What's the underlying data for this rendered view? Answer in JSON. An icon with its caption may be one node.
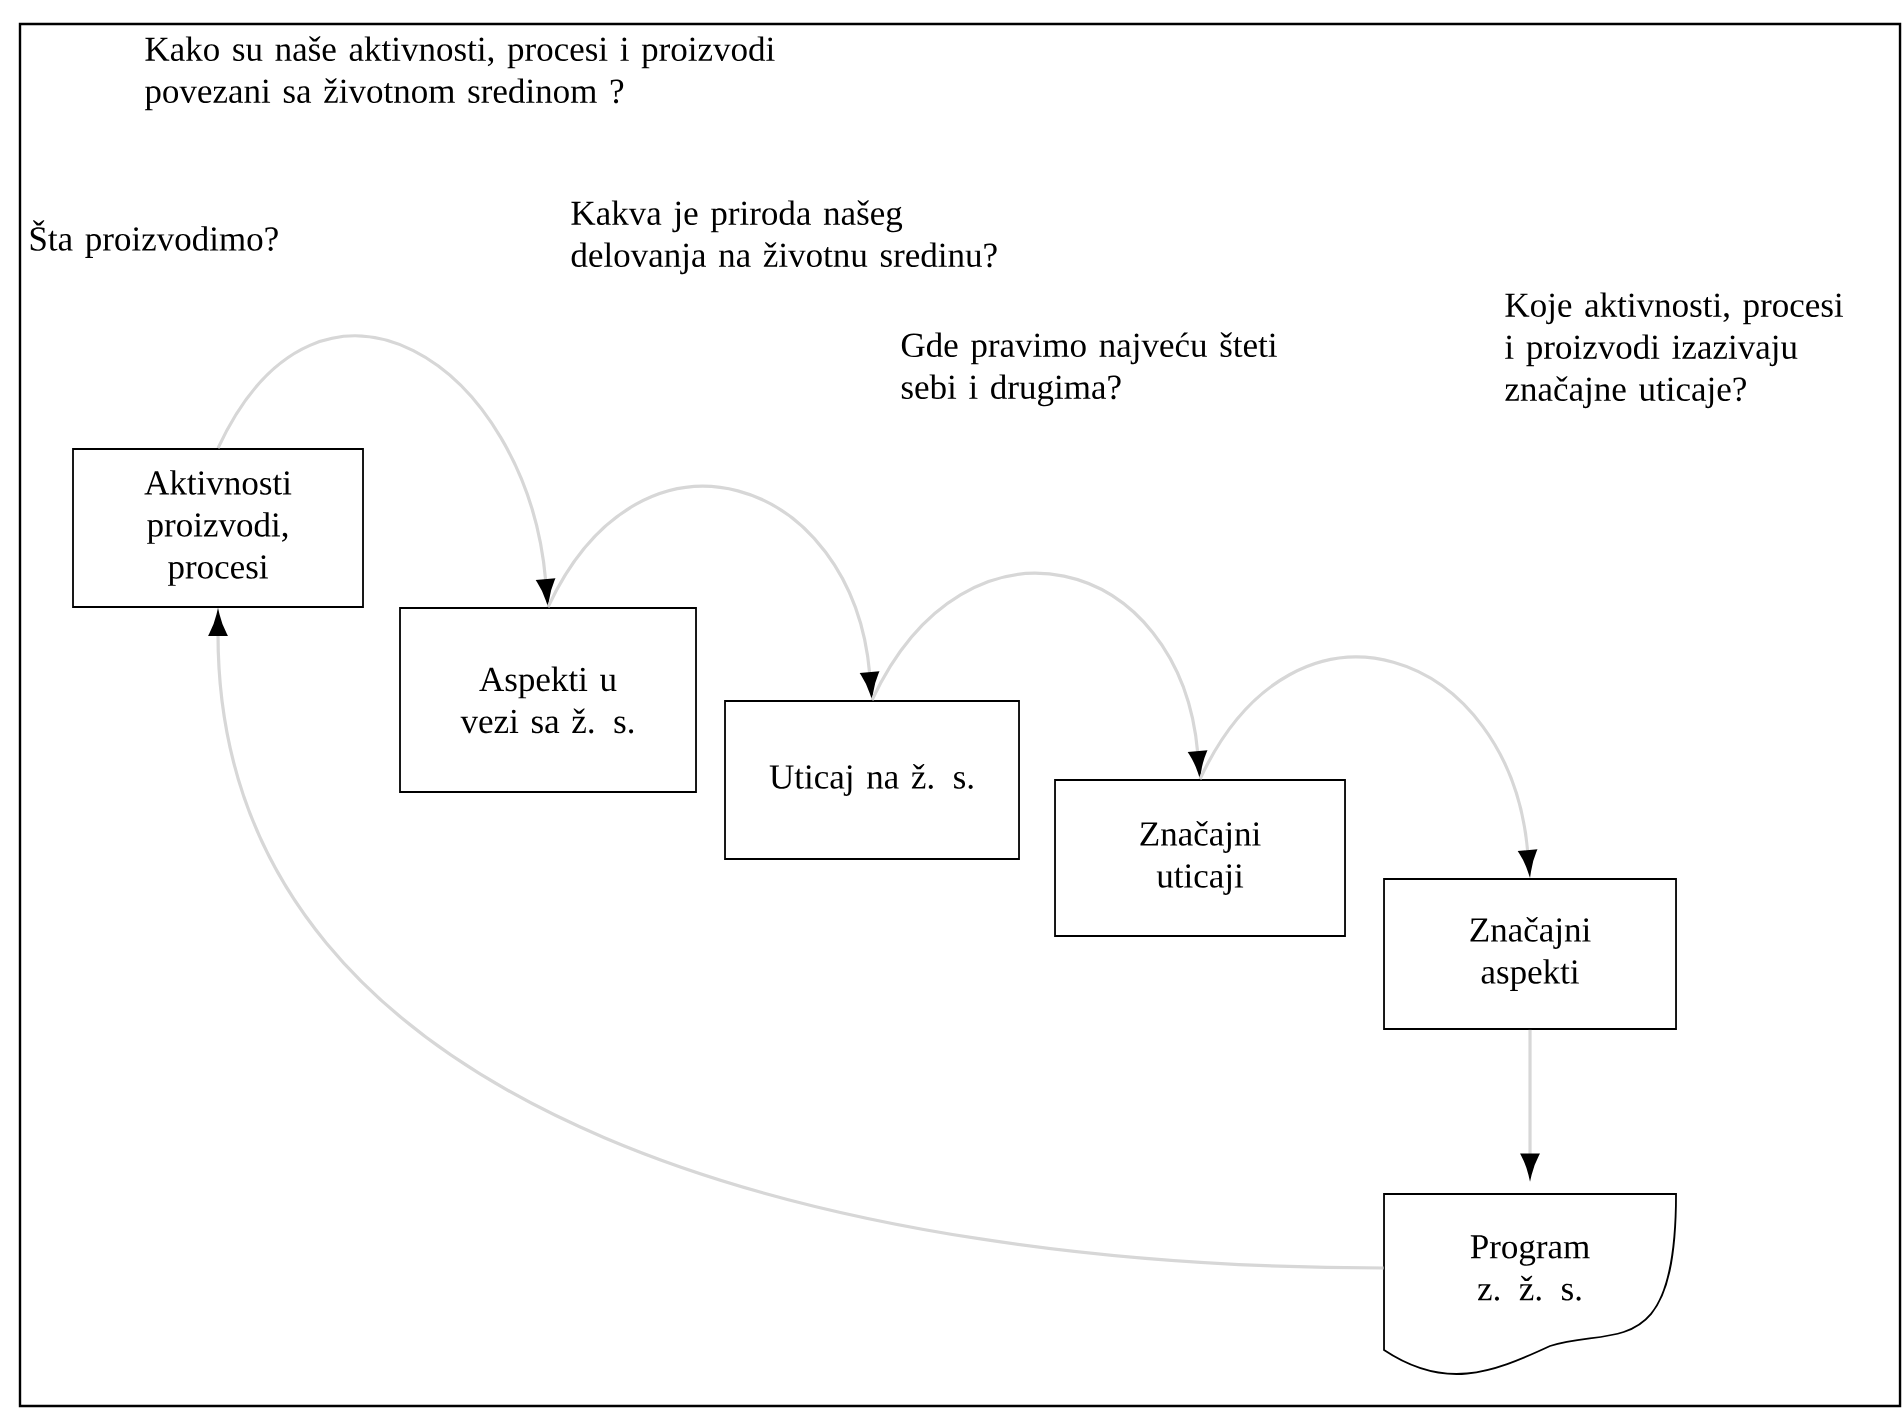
{
  "diagram": {
    "nodes": [
      {
        "text": [
          "Aktivnosti proizvodi, procesi"
        ]
      },
      {
        "text": [
          "Aspekti u vezi sa ž. s."
        ]
      },
      {
        "text": [
          "Uticaj na ž. s."
        ]
      },
      {
        "text": [
          "Značajni uticaji"
        ]
      },
      {
        "text": [
          "Značajni aspekti"
        ]
      },
      {
        "text": [
          "Program z. ž. s."
        ]
      }
    ],
    "edges": [
      {
        "from": 0,
        "to": 1,
        "arrow": "to"
      },
      {
        "from": 1,
        "to": 2,
        "arrow": "to"
      },
      {
        "from": 2,
        "to": 3,
        "arrow": "to"
      },
      {
        "from": 3,
        "to": 4,
        "arrow": "to"
      },
      {
        "from": 4,
        "to": 5,
        "arrow": "to"
      },
      {
        "from": 5,
        "to": 0,
        "arrow": "to"
      }
    ],
    "labels": [
      "Kako su naše aktivnosti, procesi i proizvodi povezani sa životnom sredinom ?",
      "Šta proizvodimo?",
      "Kakva je priroda našeg delovanja na životnu sredinu?",
      "Gde pravimo najveću šteti sebi i drugima?",
      "Koje aktivnosti, procesi i proizvodi izazivaju značajne uticaje?"
    ]
  }
}
